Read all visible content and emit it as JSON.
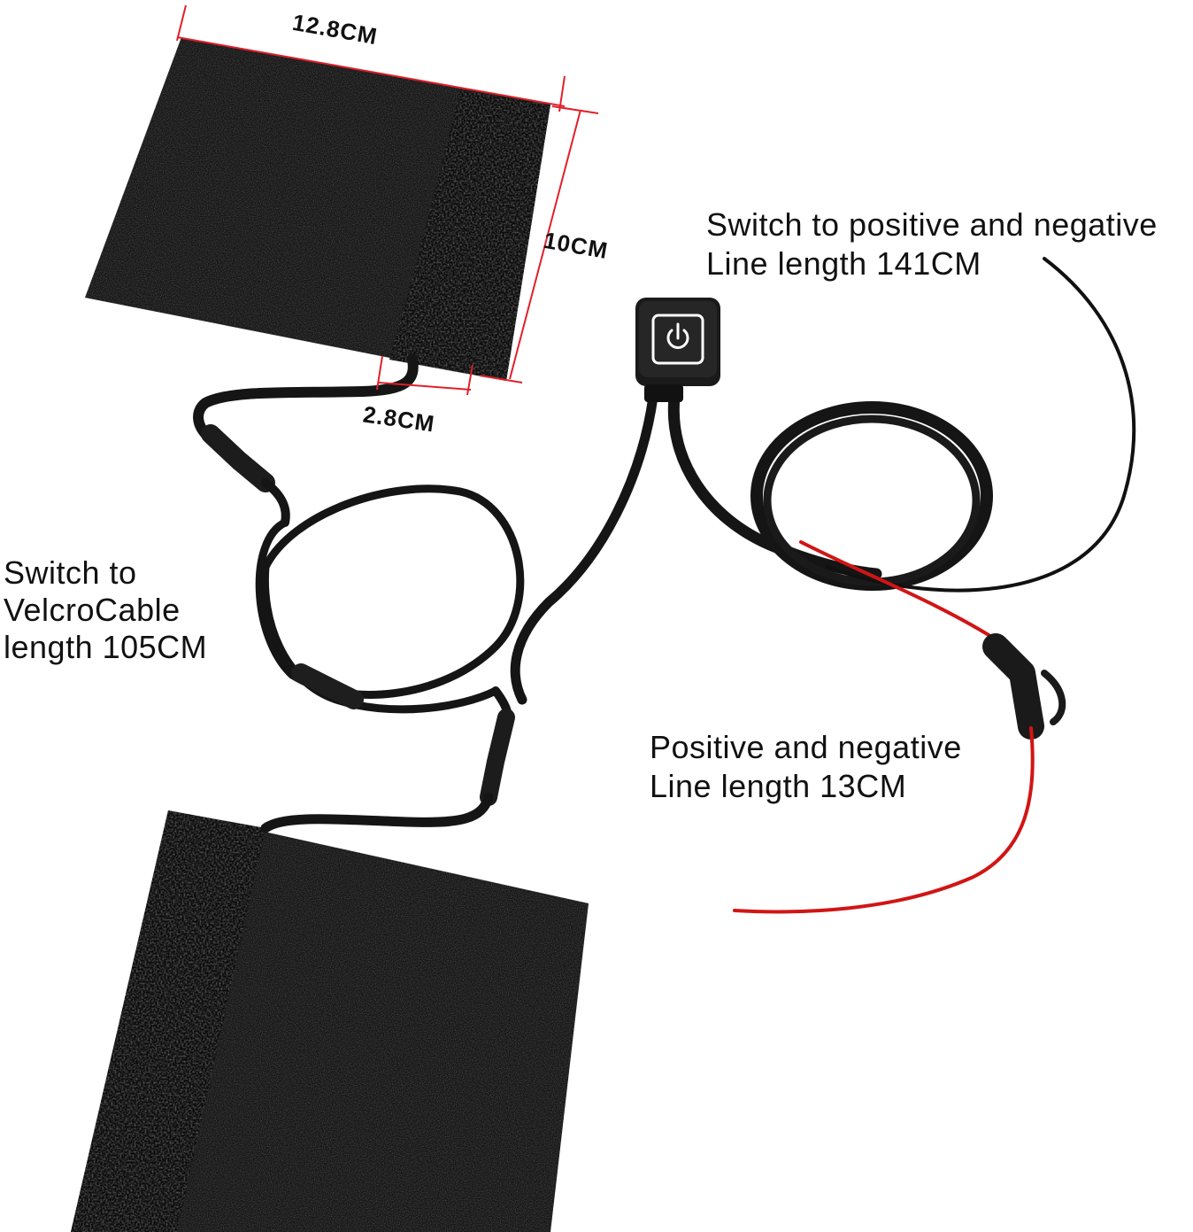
{
  "dimensions": {
    "width": "12.8CM",
    "height": "10CM",
    "strip": "2.8CM"
  },
  "captions": {
    "top_right": [
      "Switch to positive and negative",
      "Line length 141CM"
    ],
    "left": [
      "Switch to",
      "VelcroCable",
      "length 105CM"
    ],
    "bottom_right": [
      "Positive and negative",
      "Line length 13CM"
    ]
  },
  "colors": {
    "pad": "#161616",
    "velcro": "#0a0a0a",
    "cable": "#151515",
    "red_wire": "#d11515",
    "dimension_line": "#e0202a",
    "switch_icon": "#ffffff"
  },
  "icons": {
    "switch": "power-icon"
  }
}
